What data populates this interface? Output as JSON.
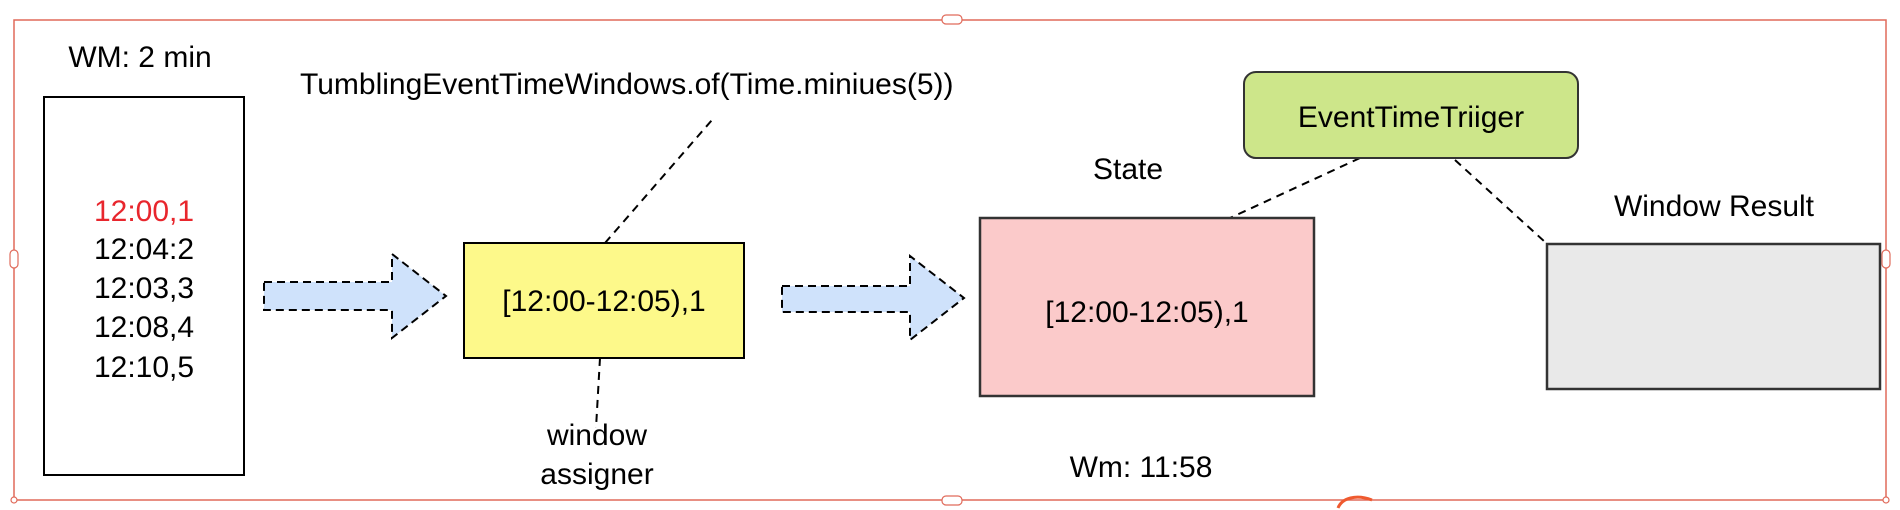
{
  "colors": {
    "selection_border": "#e06a5a",
    "highlight_text": "#e8262d",
    "arrow_fill": "#cfe2fb",
    "assigner_fill": "#fdf98a",
    "state_fill": "#fbcaca",
    "trigger_fill": "#cde68a",
    "result_fill": "#e9e9e9"
  },
  "stream": {
    "watermark_label": "WM: 2 min",
    "records": [
      {
        "text": "12:00,1",
        "highlight": true
      },
      {
        "text": "12:04:2",
        "highlight": false
      },
      {
        "text": "12:03,3",
        "highlight": false
      },
      {
        "text": "12:08,4",
        "highlight": false
      },
      {
        "text": "12:10,5",
        "highlight": false
      }
    ]
  },
  "assigner": {
    "code_label": "TumblingEventTimeWindows.of(Time.miniues(5))",
    "window_text": "[12:00-12:05),1",
    "caption_line1": "window",
    "caption_line2": "assigner"
  },
  "state": {
    "title": "State",
    "window_text": "[12:00-12:05),1",
    "watermark_label": "Wm: 11:58"
  },
  "trigger": {
    "label": "EventTimeTriiger"
  },
  "result": {
    "title": "Window Result"
  }
}
